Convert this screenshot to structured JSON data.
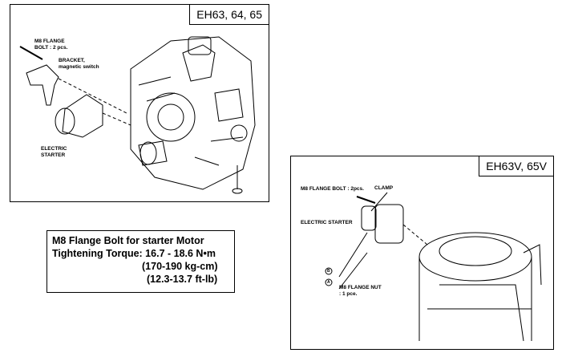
{
  "panel_left": {
    "model": "EH63, 64, 65",
    "labels": {
      "bolt": "M8 FLANGE\nBOLT : 2 pcs.",
      "bracket": "BRACKET,\nmagnetic switch",
      "starter": "ELECTRIC\nSTARTER"
    }
  },
  "panel_right": {
    "model": "EH63V, 65V",
    "labels": {
      "bolt": "M8 FLANGE BOLT : 2pcs.",
      "clamp": "CLAMP",
      "starter": "ELECTRIC STARTER",
      "b": "B",
      "a": "A",
      "nut": "M8 FLANGE NUT\n: 1 pce."
    }
  },
  "torque": {
    "line1": "M8 Flange Bolt for starter Motor",
    "line2": "Tightening Torque: 16.7 - 18.6 N•m",
    "line3": "(170-190 kg-cm)",
    "line4": "(12.3-13.7 ft-lb)"
  }
}
